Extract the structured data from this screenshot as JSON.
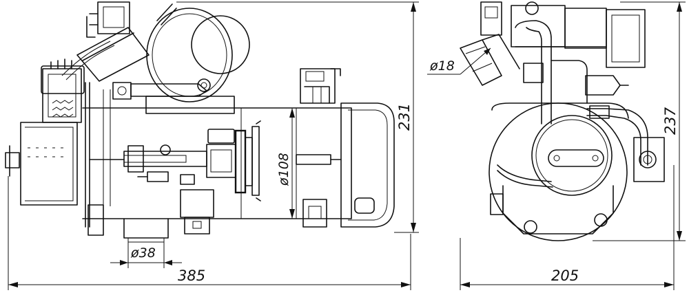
{
  "dimensions": {
    "side_length": "385",
    "side_height": "231",
    "side_body_diameter": "ø108",
    "side_pipe_diameter": "ø38",
    "end_width": "205",
    "end_height": "237",
    "end_pipe_diameter": "ø18"
  }
}
